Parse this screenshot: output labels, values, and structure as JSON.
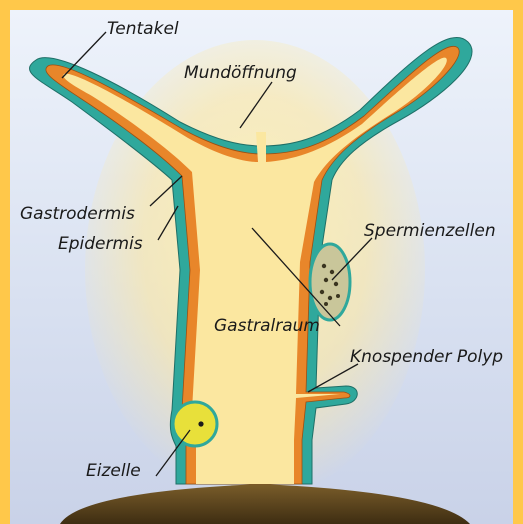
{
  "labels": {
    "tentakel": "Tentakel",
    "mundoeffnung": "Mundöffnung",
    "gastrodermis": "Gastrodermis",
    "epidermis": "Epidermis",
    "spermienzellen": "Spermienzellen",
    "gastralraum": "Gastralraum",
    "knospender_polyp": "Knospender Polyp",
    "eizelle": "Eizelle"
  },
  "colors": {
    "frame": "#ffc84a",
    "background": "#dbe3f2",
    "epidermis": "#2fa89c",
    "gastrodermis": "#e8862a",
    "gastral_space": "#fbe7a0",
    "egg_cell": "#e8e03a",
    "ground": "#5a4320"
  }
}
